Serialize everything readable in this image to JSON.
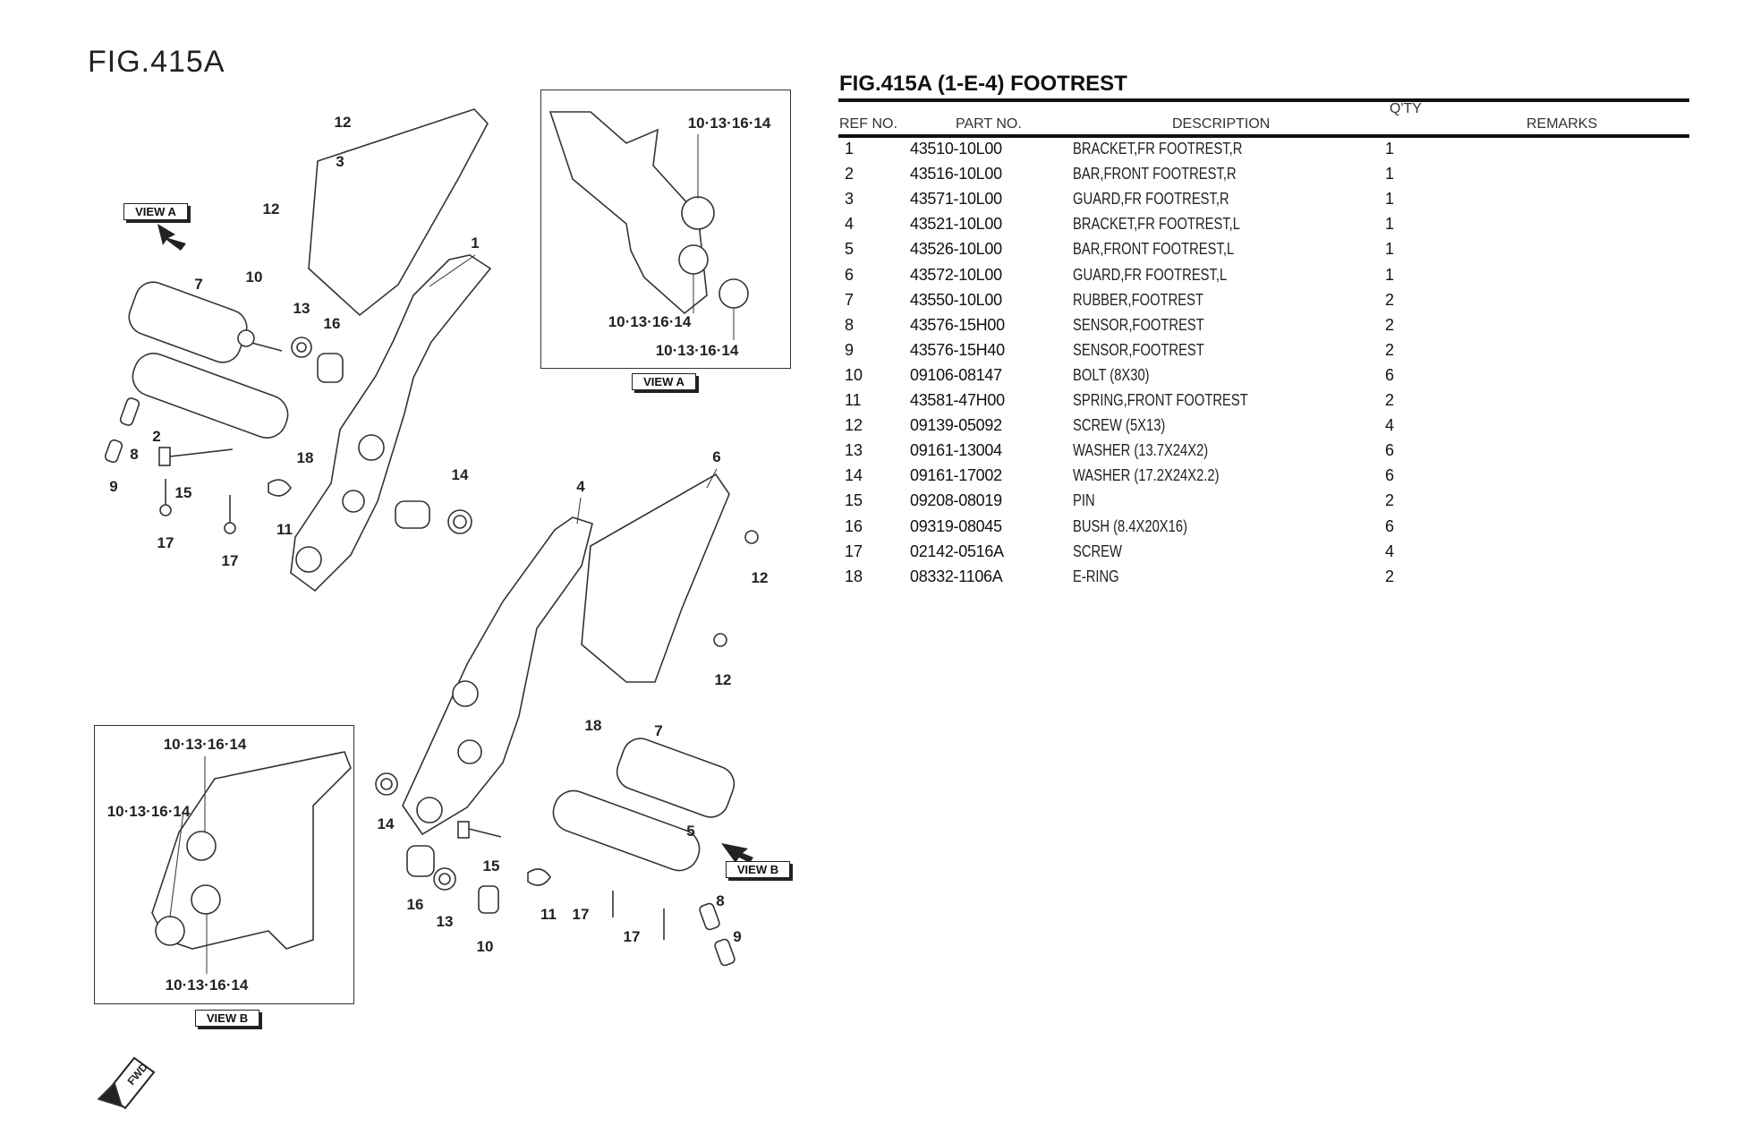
{
  "figure_label": "FIG.415A",
  "table": {
    "title": "FIG.415A (1-E-4) FOOTREST",
    "headers": {
      "ref": "REF NO.",
      "part": "PART NO.",
      "description": "DESCRIPTION",
      "qty": "Q'TY",
      "remarks": "REMARKS"
    },
    "rows": [
      {
        "ref": "1",
        "part": "43510-10L00",
        "description": "BRACKET,FR FOOTREST,R",
        "qty": "1",
        "remarks": ""
      },
      {
        "ref": "2",
        "part": "43516-10L00",
        "description": "BAR,FRONT FOOTREST,R",
        "qty": "1",
        "remarks": ""
      },
      {
        "ref": "3",
        "part": "43571-10L00",
        "description": "GUARD,FR FOOTREST,R",
        "qty": "1",
        "remarks": ""
      },
      {
        "ref": "4",
        "part": "43521-10L00",
        "description": "BRACKET,FR FOOTREST,L",
        "qty": "1",
        "remarks": ""
      },
      {
        "ref": "5",
        "part": "43526-10L00",
        "description": "BAR,FRONT FOOTREST,L",
        "qty": "1",
        "remarks": ""
      },
      {
        "ref": "6",
        "part": "43572-10L00",
        "description": "GUARD,FR FOOTREST,L",
        "qty": "1",
        "remarks": ""
      },
      {
        "ref": "7",
        "part": "43550-10L00",
        "description": "RUBBER,FOOTREST",
        "qty": "2",
        "remarks": ""
      },
      {
        "ref": "8",
        "part": "43576-15H00",
        "description": "SENSOR,FOOTREST",
        "qty": "2",
        "remarks": ""
      },
      {
        "ref": "9",
        "part": "43576-15H40",
        "description": "SENSOR,FOOTREST",
        "qty": "2",
        "remarks": ""
      },
      {
        "ref": "10",
        "part": "09106-08147",
        "description": "BOLT (8X30)",
        "qty": "6",
        "remarks": ""
      },
      {
        "ref": "11",
        "part": "43581-47H00",
        "description": "SPRING,FRONT FOOTREST",
        "qty": "2",
        "remarks": ""
      },
      {
        "ref": "12",
        "part": "09139-05092",
        "description": "SCREW (5X13)",
        "qty": "4",
        "remarks": ""
      },
      {
        "ref": "13",
        "part": "09161-13004",
        "description": "WASHER (13.7X24X2)",
        "qty": "6",
        "remarks": ""
      },
      {
        "ref": "14",
        "part": "09161-17002",
        "description": "WASHER (17.2X24X2.2)",
        "qty": "6",
        "remarks": ""
      },
      {
        "ref": "15",
        "part": "09208-08019",
        "description": "PIN",
        "qty": "2",
        "remarks": ""
      },
      {
        "ref": "16",
        "part": "09319-08045",
        "description": "BUSH (8.4X20X16)",
        "qty": "6",
        "remarks": ""
      },
      {
        "ref": "17",
        "part": "02142-0516A",
        "description": "SCREW",
        "qty": "4",
        "remarks": ""
      },
      {
        "ref": "18",
        "part": "08332-1106A",
        "description": "E-RING",
        "qty": "2",
        "remarks": ""
      }
    ]
  },
  "diagram": {
    "view_a_label": "VIEW A",
    "view_b_label": "VIEW B",
    "fwd_label": "FWD",
    "callouts": [
      "12",
      "3",
      "12",
      "1",
      "7",
      "10",
      "13",
      "16",
      "2",
      "8",
      "9",
      "18",
      "15",
      "14",
      "11",
      "17",
      "17",
      "4",
      "6",
      "12",
      "12",
      "18",
      "7",
      "14",
      "5",
      "15",
      "8",
      "16",
      "13",
      "11",
      "17",
      "17",
      "9",
      "10",
      "10·13·16·14",
      "10·13·16·14",
      "10·13·16·14",
      "10·13·16·14",
      "10·13·16·14",
      "10·13·16·14"
    ]
  }
}
